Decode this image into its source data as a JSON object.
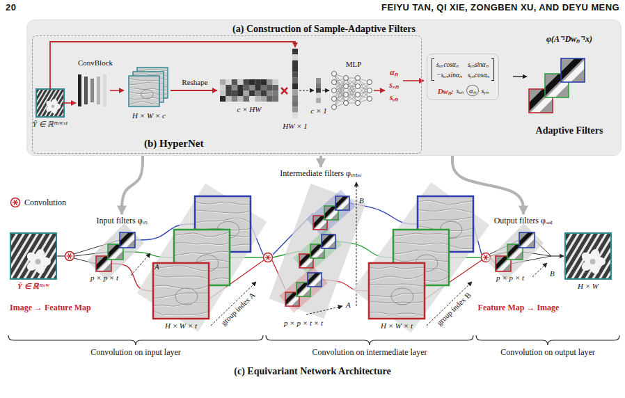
{
  "diagram": {
    "nodes": [
      {
        "text": [
          "(a) Construction of Sample-Adaptive Filters"
        ]
      },
      {
        "text": [
          "(b) HyperNet"
        ],
        "in": 0
      },
      {
        "text": [
          "sₓₙcosαₙ",
          "sᵧₙsinαₙ",
          "−sₓₙsinαₙ",
          "sᵧₙcosαₙ",
          "Dwₙ:",
          "sₓₙ",
          "αₙ",
          "sᵧₙ"
        ],
        "in": 0
      },
      {
        "text": [
          "Input filters φᵢₙ"
        ]
      },
      {
        "text": [
          "Intermediate filters φᵢₙₜₑᵣ"
        ]
      },
      {
        "text": [
          "Output filters φₒᵤₜ"
        ]
      }
    ],
    "edges": [
      {
        "from": 0,
        "to": 3,
        "arrow": "to"
      },
      {
        "from": 0,
        "to": 4,
        "arrow": "to"
      },
      {
        "from": 0,
        "to": 5,
        "arrow": "to"
      }
    ],
    "labels": [
      "20",
      "FEIYU TAN, QI XIE, ZONGBEN XU, AND DEYU MENG",
      "ConvBlock",
      "Ŷ ∈ ℝᴴˣᵂˣ¹",
      "H × W × c",
      "Reshape",
      "c × HW",
      "HW × 1",
      "c × 1",
      "MLP",
      "αₙ",
      "sₓₙ",
      "sᵧₙ",
      "φ(A⁻¹Dwₙ⁻¹x)",
      "Adaptive Filters",
      "Ŷ ∈ ℝᴴˣᵂ",
      "p × p × t",
      "A",
      "H × W × t",
      "group index A",
      "p × p × t × t",
      "A",
      "B",
      "H × W × t",
      "group index B",
      "p × p × t",
      "B",
      "H × W",
      "Image → Feature Map",
      "Feature Map → Image",
      "Convolution on input layer",
      "Convolution on intermediate layer",
      "Convolution on output layer",
      "(c) Equivariant Network Architecture"
    ],
    "legend": [
      {
        "text": "Convolution"
      }
    ]
  }
}
